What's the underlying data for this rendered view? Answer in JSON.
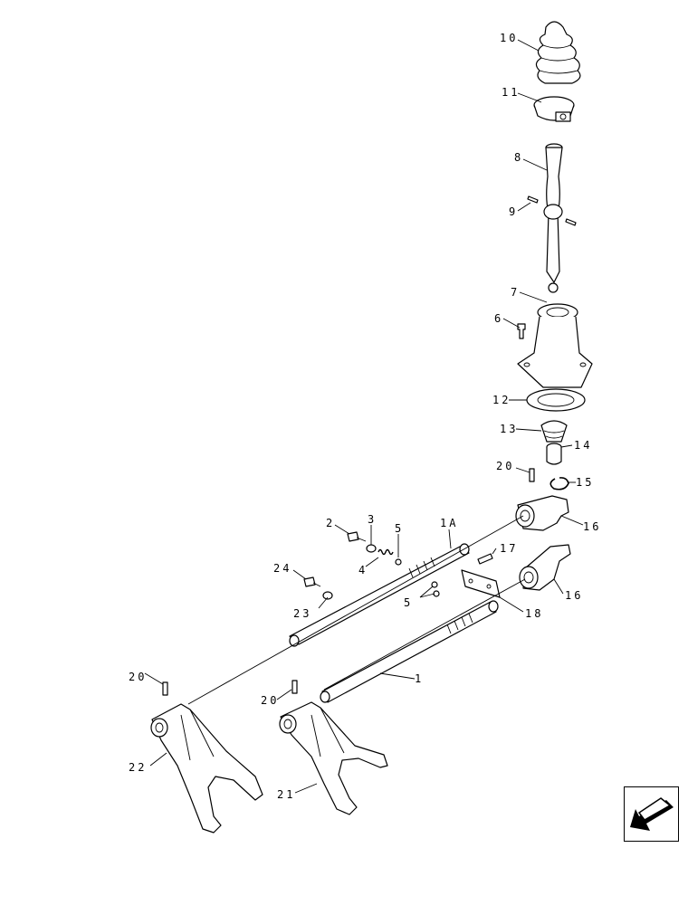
{
  "callouts": {
    "c10": "10",
    "c11": "11",
    "c8": "8",
    "c9": "9",
    "c7": "7",
    "c6": "6",
    "c12": "12",
    "c13": "13",
    "c14": "14",
    "c20a": "20",
    "c15": "15",
    "c16a": "16",
    "c2": "2",
    "c3": "3",
    "c5a": "5",
    "c1A": "1A",
    "c4": "4",
    "c17": "17",
    "c24": "24",
    "c23": "23",
    "c5b": "5",
    "c16b": "16",
    "c18": "18",
    "c1": "1",
    "c20b": "20",
    "c20c": "20",
    "c22": "22",
    "c21": "21"
  },
  "navigation": {
    "icon": "arrow-left-down-icon"
  }
}
